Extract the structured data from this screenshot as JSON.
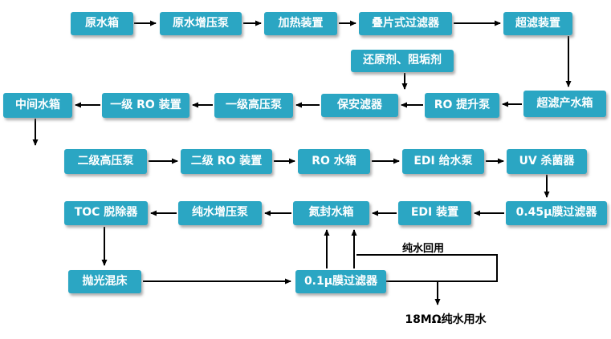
{
  "diagram": {
    "nodes": {
      "raw_water_tank": {
        "label": "原水箱"
      },
      "raw_booster_pump": {
        "label": "原水增压泵"
      },
      "heating_unit": {
        "label": "加热装置"
      },
      "disc_filter": {
        "label": "叠片式过滤器"
      },
      "uf_unit": {
        "label": "超滤装置"
      },
      "chemical_dosing": {
        "label": "还原剂、阻垢剂"
      },
      "intermediate_tank": {
        "label": "中间水箱"
      },
      "stage1_ro_unit": {
        "label": "一级 RO 装置"
      },
      "stage1_hp_pump": {
        "label": "一级高压泵"
      },
      "security_filter": {
        "label": "保安滤器"
      },
      "ro_lift_pump": {
        "label": "RO 提升泵"
      },
      "uf_product_tank": {
        "label": "超滤产水箱"
      },
      "stage2_hp_pump": {
        "label": "二级高压泵"
      },
      "stage2_ro_unit": {
        "label": "二级 RO 装置"
      },
      "ro_tank": {
        "label": "RO 水箱"
      },
      "edi_feed_pump": {
        "label": "EDI 给水泵"
      },
      "uv_sterilizer": {
        "label": "UV 杀菌器"
      },
      "toc_remover": {
        "label": "TOC 脱除器"
      },
      "pure_booster_pump": {
        "label": "纯水增压泵"
      },
      "nitrogen_sealed_tank": {
        "label": "氮封水箱"
      },
      "edi_unit": {
        "label": "EDI 装置"
      },
      "membrane_filter_045": {
        "label": "0.45μ膜过滤器"
      },
      "polishing_mixed_bed": {
        "label": "抛光混床"
      },
      "membrane_filter_01": {
        "label": "0.1μ膜过滤器"
      }
    },
    "annotations": {
      "pure_water_reuse": "纯水回用",
      "pure_water_outlet": "18MΩ纯水用水"
    },
    "colors": {
      "node_fill": "#2ba6c3",
      "node_text": "#ffffff",
      "arrow": "#000000",
      "background": "#ffffff"
    }
  }
}
